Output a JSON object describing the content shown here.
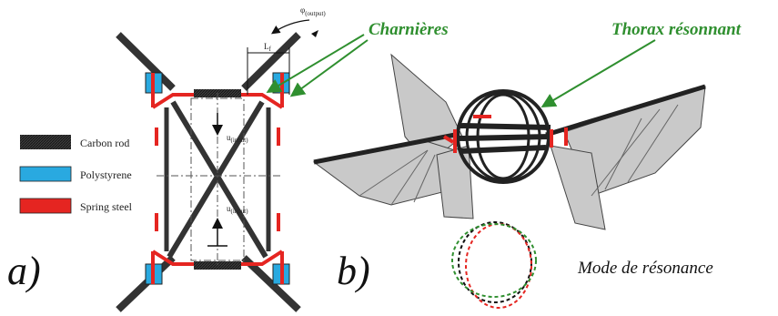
{
  "panel_a": {
    "label": "a)",
    "legend": [
      {
        "label": "Carbon rod",
        "color": "#3a3a3a"
      },
      {
        "label": "Polystyrene",
        "color": "#29a9e0"
      },
      {
        "label": "Spring steel",
        "color": "#e52521"
      }
    ],
    "phi_symbol": "φ",
    "phi_sub": "(output)",
    "length_symbol": "L",
    "length_sub": "f",
    "u_symbol": "u",
    "u_sub": "(input)"
  },
  "panel_b": {
    "label": "b)",
    "annotation_hinges": "Charnières",
    "annotation_thorax": "Thorax résonnant",
    "mode_caption": "Mode de résonance",
    "annotation_color": "#2f8f2f",
    "mode_colors": [
      "#111111",
      "#e52521",
      "#2f8f2f"
    ]
  }
}
